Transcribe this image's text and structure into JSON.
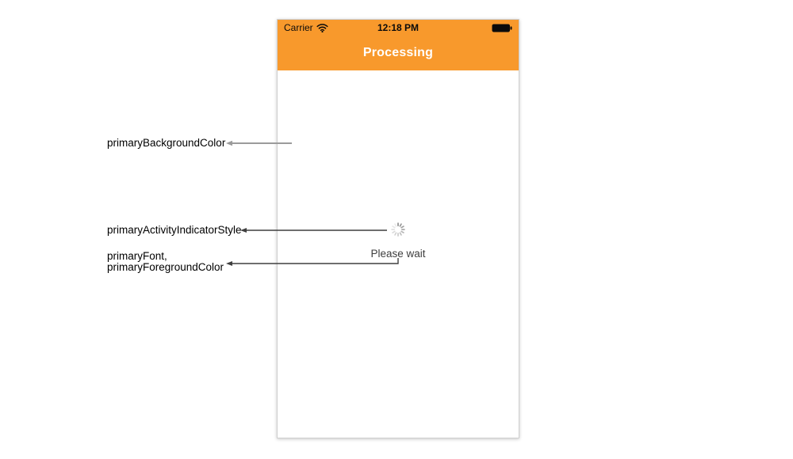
{
  "phone": {
    "status_bar": {
      "carrier": "Carrier",
      "time": "12:18 PM"
    },
    "nav_bar": {
      "title": "Processing"
    },
    "content": {
      "message": "Please wait"
    }
  },
  "annotations": {
    "background_color": {
      "label": "primaryBackgroundColor"
    },
    "activity_indicator": {
      "label": "primaryActivityIndicatorStyle"
    },
    "font": {
      "label_line1": "primaryFont,",
      "label_line2": "primaryForegroundColor"
    }
  },
  "icons": {
    "wifi": "wifi-icon",
    "battery": "battery-icon",
    "spinner": "activity-indicator-icon"
  },
  "colors": {
    "nav_bar_background": "#F8992C",
    "nav_bar_title": "#FFFFFF",
    "status_bar_text": "#0B0B0B",
    "content_background": "#FFFFFF",
    "message_text": "#3D3D3D",
    "spinner": "#8E8E8E",
    "annotation_text": "#000000",
    "arrow_gray": "#9B9B9B",
    "arrow_dark": "#3F3F3F",
    "page_background": "#FFFFFF"
  }
}
